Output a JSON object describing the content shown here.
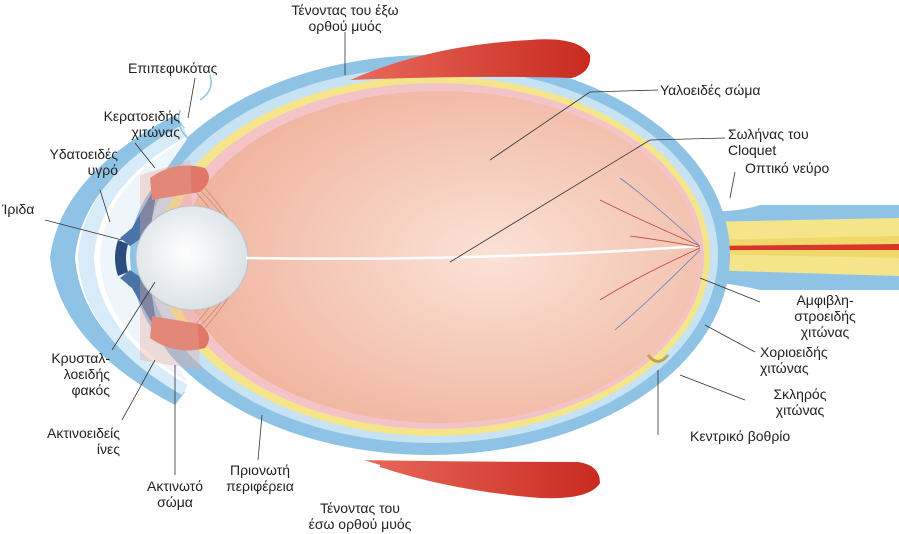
{
  "labels": {
    "tendon_top": [
      "Τένοντας του έξω",
      "ορθού μυός"
    ],
    "conjunctiva": [
      "Επιπεφυκότας"
    ],
    "cornea": [
      "Κερατοειδής",
      "χιτώνας"
    ],
    "aqueous": [
      "Υδατοειδές",
      "υγρό"
    ],
    "iris": [
      "Ίριδα"
    ],
    "lens": [
      "Κρυσταλ-",
      "λοειδής",
      "φακός"
    ],
    "zonule": [
      "Ακτινοειδείς",
      "ίνες"
    ],
    "ciliary_body": [
      "Ακτινωτό",
      "σώμα"
    ],
    "ora_serrata": [
      "Πριονωτή",
      "περιφέρεια"
    ],
    "tendon_bottom": [
      "Τένοντας του",
      "έσω ορθού μυός"
    ],
    "vitreous": [
      "Υαλοειδές σώμα"
    ],
    "cloquet": [
      "Σωλήνας του",
      "Cloquet"
    ],
    "optic_nerve": [
      "Οπτικό νεύρο"
    ],
    "retina": [
      "Αμφιβλη-",
      "στροειδής",
      "χιτώνας"
    ],
    "choroid": [
      "Χοριοειδής",
      "χιτώνας"
    ],
    "sclera": [
      "Σκληρός",
      "χιτώνας"
    ],
    "fovea": [
      "Κεντρικό βοθρίο"
    ]
  },
  "colors": {
    "sclera": "#8fc3e6",
    "choroid_line": "#f4c3c8",
    "retina_line": "#f7e88a",
    "vitreous": "#f6cbb8",
    "muscle": "#d9352a",
    "lens": "#f1f4f6",
    "nerve_yellow": "#f4e58a",
    "leader": "#333333"
  }
}
